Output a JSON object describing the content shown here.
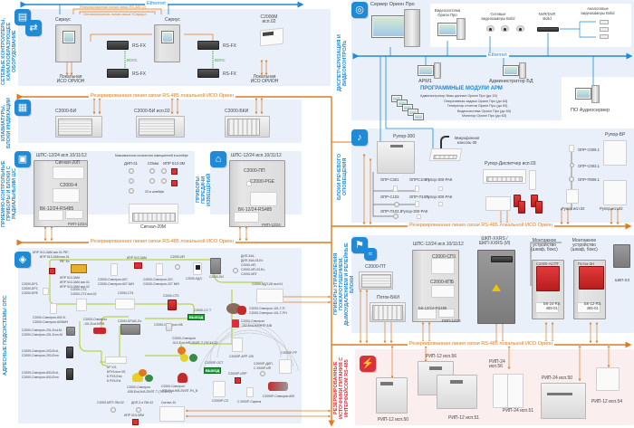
{
  "colors": {
    "ethernet": "#1f8ad6",
    "rs485": "#e07a1f",
    "vols": "#3fae3f",
    "section_blue": "#1f8ad6",
    "section_red": "#d9303a",
    "panel_bg": "#e9f0f9",
    "panel_pink": "#fbeeee",
    "loop_line": "#b9d24a"
  },
  "buses": {
    "ethernet_label": "Ethernet",
    "rs485_label": "Резервированная линия связи RS-485 локальной ИСО Орион",
    "reserved_link_label": "Резервированная линия связи RS-485 (2)",
    "fiber_link_label": "Оптоволоконная линия связи «Сириус»",
    "vols_label": "ВОЛС"
  },
  "sections": {
    "network": {
      "title": "Сетевые контроллеры, каналообразующее оборудование",
      "icon": "network-controller-icon",
      "devices": {
        "sirius_1": "Сириус",
        "sirius_2": "Сириус",
        "rsfx_1": "RS-FX",
        "rsfx_2": "RS-FX",
        "rsfx_3": "RS-FX",
        "rsfx_4": "RS-FX",
        "c2000m": "С2000М\nисп.02",
        "local_1": "Локальная\nИСО ОРИОН",
        "local_2": "Локальная\nИСО ОРИОН"
      }
    },
    "keyboards": {
      "title": "Клавиатуры, блоки индикации",
      "icon": "keyboard-icon",
      "devices": [
        "С2000-БИ",
        "С2000-БИ исп.02",
        "С2000-БКИ"
      ]
    },
    "radial": {
      "title": "Приемно-контрольные приборы и блоки с радиальными ШС",
      "icon": "control-panel-icon",
      "cabinet_label": "ШПС-12/24 исп.10/11/12",
      "devices": [
        "Сигнал-20П",
        "С2000-4",
        "БК-12/24-RS485",
        "РИП-12/24"
      ],
      "detector_caption": "Максимальное количество извещателей в шлейфе",
      "detectors": [
        "ДИП-31",
        "СОмм",
        "ИПР 513-3М"
      ],
      "count_note": "20 в шлейфе",
      "panel_label": "Сигнал-20М"
    },
    "receivers": {
      "title": "Приборы передачи извещений",
      "icon": "transmitter-icon",
      "cabinet_label": "ШПС-12/24 исп.10/11/12",
      "devices": [
        "С2000-ПП",
        "С2000-PGE",
        "БК-12/24-RS485",
        "РИП-12/24"
      ]
    },
    "addressable": {
      "title": "Адресные подсистемы ОПС",
      "icon": "addressable-icon",
      "labels": {
        "mcp_top": "ИПР 513-3АМ исп.01 РВ°,\nИПР 513-3АМ исп.01\nРВ° Ex",
        "mcp_group": "ИПР 513-3АМ\nИПР 513-3АМ исп.01\nИПР 513-3АМ исп.02",
        "ip_212": "С2000-Спектрон-607,\nС2000-Спектрон-607 М/Н",
        "ipr_single": "ИПР 513-3АМ",
        "ip_207": "С2000-Спектрон-207,\nС2000-Спектрон-207 М/Н",
        "c2000_ip": "С2000-ИП",
        "c2000_kdl": "С2000-КДЛ",
        "c2000_bi": "С2000-БИ",
        "dip_group": "ДИП-34А,\nДИП-34А-03-Ex\nС2000-ИП,\nС2000-ИП-03-Ex,\nС2000-ИПГ",
        "c2000_kdl_2sh": "С2000-КДЛ-2И исп.01",
        "br_group": "С2000-БР1,\nС2000-БР2,\nС2000-БР8",
        "spektron_600": "С2000-Спектрон-600 Б,\nС2000-Спектрон-600М/Н",
        "c2000_ct2": "С2000-СТ2,\nС2000-СТ2 исп.02",
        "c2000_ct4": "С2000-СТ4",
        "c2000_ct3": "С2000-СТ3",
        "c2000_cc1": "С2000-СС Т",
        "exit_sign": "ВЫХОД",
        "spektron_101": "С2000-Спектрон-101-Т-Р,\nС2000-Спектрон-101-Т-РН",
        "spektron_102": "С2000-Спектрон\n-102-Exd-Н/ИНТР-Б/В",
        "spektron_101ex": "С2000-Спектрон\n-101-Exd-Н/РМ",
        "brsh": "С2000-БРШС-Ex",
        "spektron_201": "С2000-Спектрон-201-Exd-М,\nС2000-Спектрон-201-Exm-М",
        "spektron_ib": "С2000-Спектрон-ИБ",
        "spektron_512": "С2000-Спектрон\n-512-Exd-Н/В-ПИЛТ-Т (Т/С1/С2)",
        "spektron_203": "С2000-Спектрон-203-Exd,\nС2000-Спектрон-203-Exm",
        "spektron_603": "С2000-Спектрон-603-Exd,\nС2000-Спектрон-603-Exm",
        "bp_group": "БР ХЛ,\nБРХ3 исп.ХЛ,\nБ РХ3-Exd,\nБ РХ3-Exi",
        "spektron_535": "С2000-Спектрон\n-535-Exd-Н/А-ПИЛТ-Т (Т/С1/С2)",
        "spektron_530": "С2000-Спектрон\n-535-Exd-Н/В-ПИЛТ-Р4_В",
        "c2000r_apr": "С2000Р-АРР 125",
        "c2000r_dip": "С2000Р-ДИП,\nС 2000Р-ИП",
        "c2000r_ost": "С2000Р-ОСТ",
        "c2000r_ipr": "С2000Р-ИПР",
        "c2000r_pp": "С2000Р-РР",
        "c2000r_sl": "С2000Р-СЛ",
        "c2000r_siren": "С 2000Р-Сирена",
        "c2000r_spektron": "С2000Р-Спектрон-609",
        "ip_mpt": "С2000-МПТ-ПМ-02",
        "dip3": "ДИП-3 и ПМ-02",
        "ipr_3sm": "ИПР 513-3ПМ",
        "signal10": "Сигнал-10"
      }
    },
    "dispatch": {
      "title": "Диспетчеризация и видеоконтроль",
      "icon": "dispatch-icon",
      "server_label": "Сервер Орион Про",
      "video_system": "Видеосистема\nОрион Про",
      "net_cams": "Сетевые\nвидеокамеры Bolid",
      "nvr": "NVR/DVR\nBolid",
      "analog_cams": "Аналоговые\nвидеокамеры Bolid",
      "arm1": "АРМ1",
      "db_admin": "Администратор БД",
      "modules_title": "ПРОГРАММНЫЕ МОДУЛИ АРМ",
      "modules": [
        "Администратор базы данных Орион Про (до 15)",
        "Оперативная задача Орион Про (до 63)",
        "Генератор отчетов Орион Про (до 63)",
        "Видеосистема Орион Про (до 63)",
        "Монитор Орион Про (до 63)"
      ],
      "audio_server": "ПО Аудиосервер"
    },
    "voice": {
      "title": "Блоки речевого оповещения",
      "icon": "voice-alarm-icon",
      "rupor300": "Рупор-300",
      "mic_console": "Микрофонная\nконсоль-30",
      "rupor_disp": "Рупор-Диспетчер исп.03",
      "speakers": [
        "ОПР-С301",
        "ОПРС106.1",
        "Рупор-300-РАК",
        "ОПР-С103",
        "ОПР-П10.1",
        "Рупор-300-РАК",
        "ОПР-П103.1",
        "Рупор-300-РАК"
      ],
      "speakers_right": [
        "ОПР-С006.1",
        "ОПР-С003.1",
        "ОПР-П006.1"
      ],
      "rupor_isp02": "Рупор исп.02",
      "rupor_br": "Рупор-БР",
      "rupor_isp03": "Рупор исп.03"
    },
    "fire_control": {
      "title": "Приборы управления пожаротушением, дымоудалением и релейные блоки",
      "icon": "fire-control-icon",
      "c2000pt": "С2000-ПТ",
      "potok": "Поток-БКИ",
      "cabinet_label": "ШПС-12/24 исп.10/11/12",
      "c2000_sp1": "С2000-СП1",
      "c2000_kpb": "С2000-КПБ",
      "bk_label": "БК-12/24-RS485",
      "rip_label": "РИП-12/24",
      "shkp": "ШКП-XXRS /\nШКП-XXRS (И)",
      "mount1": "Монтажное\nустройство\n(шкаф, бокс)",
      "c2000_asp": "С2000-АСПТ",
      "bk24": "БК-24-RS\n485-01",
      "mount2": "Монтажное\nустройство\n(шкаф, бокс)",
      "potok3n": "Поток-3Н",
      "bk12": "БК-12-RS\n485-01",
      "shkp_xx": "ШКП-XX"
    },
    "power": {
      "title": "Резервированные источники питания с интерфейсом RS-485",
      "icon": "power-supply-icon",
      "devices": [
        "РИП-12 исп.50",
        "РИП-12 исп.56",
        "РИП-12 исп.51",
        "РИП-24\nисп.56",
        "РИП-24 исп.51",
        "РИП-24 исп.50",
        "РИП-12 исп.54"
      ]
    }
  }
}
